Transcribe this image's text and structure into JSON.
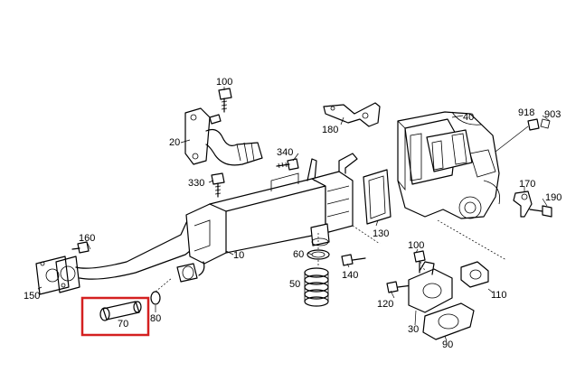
{
  "labels": {
    "p100a": "100",
    "p20": "20",
    "p180": "180",
    "p40": "40",
    "p918": "918",
    "p903": "903",
    "p340": "340",
    "p330": "330",
    "p170": "170",
    "p190": "190",
    "p130": "130",
    "p160": "160",
    "p60": "60",
    "p10": "10",
    "p140": "140",
    "p100b": "100",
    "p50": "50",
    "p110": "110",
    "p150": "150",
    "p120": "120",
    "p70": "70",
    "p80": "80",
    "p30": "30",
    "p90": "90"
  },
  "highlight": {
    "color": "#d42020",
    "part": "70"
  }
}
